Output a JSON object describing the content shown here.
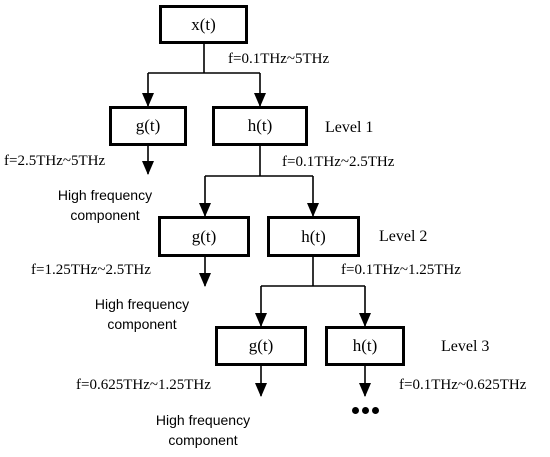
{
  "root": {
    "label": "x(t)",
    "band": "f=0.1THz~5THz"
  },
  "levels": [
    {
      "level_label": "Level 1",
      "g_label": "g(t)",
      "h_label": "h(t)",
      "g_band": "f=2.5THz~5THz",
      "h_band": "f=0.1THz~2.5THz",
      "g_output": [
        "High frequency",
        "component"
      ]
    },
    {
      "level_label": "Level 2",
      "g_label": "g(t)",
      "h_label": "h(t)",
      "g_band": "f=1.25THz~2.5THz",
      "h_band": "f=0.1THz~1.25THz",
      "g_output": [
        "High frequency",
        "component"
      ]
    },
    {
      "level_label": "Level 3",
      "g_label": "g(t)",
      "h_label": "h(t)",
      "g_band": "f=0.625THz~1.25THz",
      "h_band": "f=0.1THz~0.625THz",
      "g_output": [
        "High frequency",
        "component"
      ]
    }
  ],
  "continuation": "ellipsis-dots"
}
